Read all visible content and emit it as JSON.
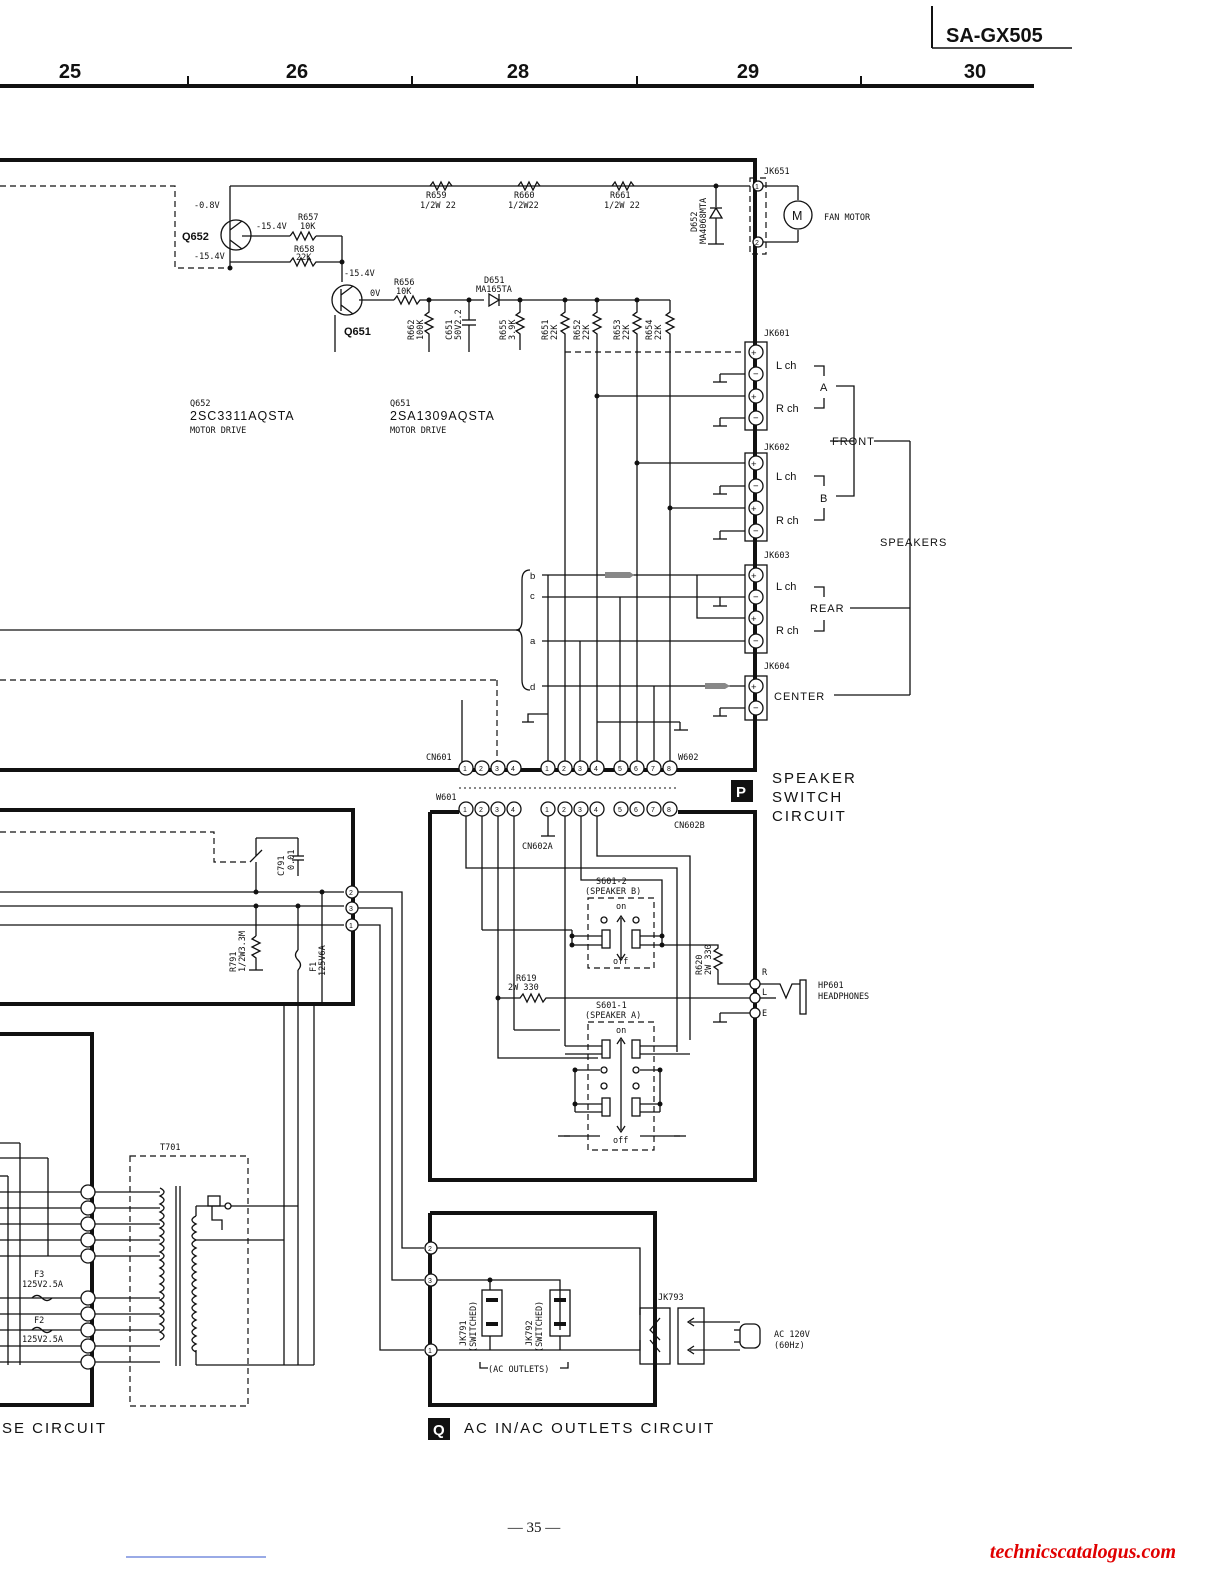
{
  "header": {
    "model": "SA-GX505",
    "columns": [
      "25",
      "26",
      "28",
      "29",
      "30"
    ]
  },
  "page_number": "— 35 —",
  "watermark": "technicscatalogus.com",
  "fan_circuit": {
    "transistors": [
      {
        "ref": "Q652",
        "part": "2SC3311AQSTA",
        "role": "MOTOR DRIVE"
      },
      {
        "ref": "Q651",
        "part": "2SA1309AQSTA",
        "role": "MOTOR DRIVE"
      }
    ],
    "voltages": [
      "-0.8V",
      "-15.4V",
      "-15.4V",
      "-15.4V",
      "0V"
    ],
    "resistors_top": [
      {
        "ref": "R659",
        "value": "1/2W 22"
      },
      {
        "ref": "R660",
        "value": "1/2W22"
      },
      {
        "ref": "R661",
        "value": "1/2W 22"
      }
    ],
    "r657": {
      "ref": "R657",
      "value": "10K"
    },
    "r658": {
      "ref": "R658",
      "value": "22K"
    },
    "r656": {
      "ref": "R656",
      "value": "10K"
    },
    "d651": {
      "ref": "D651",
      "value": "MA165TA"
    },
    "d652": {
      "ref": "D652",
      "value": "MA4068MTA"
    },
    "vertical_parts": [
      {
        "ref": "R662",
        "value": "100K"
      },
      {
        "ref": "C651",
        "value": "50V2.2"
      },
      {
        "ref": "R655",
        "value": "3.9K"
      },
      {
        "ref": "R651",
        "value": "22K"
      },
      {
        "ref": "R652",
        "value": "22K"
      },
      {
        "ref": "R653",
        "value": "22K"
      },
      {
        "ref": "R654",
        "value": "22K"
      }
    ],
    "jk651": "JK651",
    "fan_motor": "FAN MOTOR",
    "motor_symbol": "M"
  },
  "speakers": {
    "jacks": [
      "JK601",
      "JK602",
      "JK603",
      "JK604"
    ],
    "lch": "L ch",
    "rch": "R ch",
    "group_a": "A",
    "group_b": "B",
    "front": "FRONT",
    "rear": "REAR",
    "center": "CENTER",
    "speakers": "SPEAKERS",
    "bus_letters": [
      "b",
      "c",
      "a",
      "d"
    ]
  },
  "connectors": {
    "cn601": "CN601",
    "w602": "W602",
    "w601": "W601",
    "cn602a": "CN602A",
    "cn602b": "CN602B",
    "pins_left": [
      "1",
      "2",
      "3",
      "4"
    ],
    "pins_right": [
      "1",
      "2",
      "3",
      "4",
      "5",
      "6",
      "7",
      "8"
    ]
  },
  "section_p": {
    "letter": "P",
    "title_lines": [
      "SPEAKER",
      "SWITCH",
      "CIRCUIT"
    ],
    "s6012": {
      "ref": "S601-2",
      "name": "(SPEAKER B)"
    },
    "s6011": {
      "ref": "S601-1",
      "name": "(SPEAKER A)"
    },
    "on": "on",
    "off": "off",
    "r619": {
      "ref": "R619",
      "value": "2W 330"
    },
    "r620": {
      "ref": "R620",
      "value": "2W 330"
    },
    "hp601": "HP601",
    "headphones": "HEADPHONES",
    "hp_pins": [
      "R",
      "L",
      "E"
    ]
  },
  "mid_block": {
    "c791": {
      "ref": "C791",
      "value": "0.01"
    },
    "r791": {
      "ref": "R791",
      "value": "1/2W3.3M"
    },
    "f1": {
      "ref": "F1",
      "value": "125V6A"
    },
    "pins": [
      "2",
      "3",
      "1"
    ]
  },
  "power_block": {
    "t701": "T701",
    "f3": {
      "ref": "F3",
      "value": "125V2.5A"
    },
    "f2": {
      "ref": "F2",
      "value": "125V2.5A"
    },
    "label_fragment": "SE CIRCUIT"
  },
  "section_q": {
    "letter": "Q",
    "title": "AC IN/AC OUTLETS CIRCUIT",
    "jk791": {
      "ref": "JK791",
      "note": "(SWITCHED)"
    },
    "jk792": {
      "ref": "JK792",
      "note": "(SWITCHED)"
    },
    "ac_outlets": "(AC OUTLETS)",
    "jk793": "JK793",
    "ac_in_lines": [
      "AC 120V",
      "(60Hz)"
    ],
    "pins": [
      "2",
      "3",
      "1"
    ]
  }
}
